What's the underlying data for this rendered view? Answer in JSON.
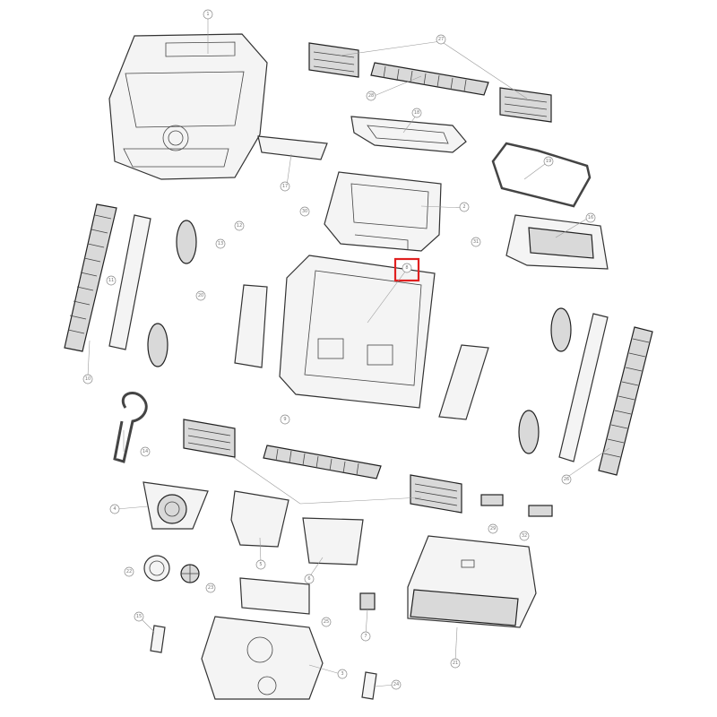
{
  "diagram": {
    "highlight_color": "#e02020",
    "callouts": [
      {
        "id": "c-cover",
        "label": "1"
      },
      {
        "id": "c-filter-tr",
        "label": "27"
      },
      {
        "id": "c-brush-top",
        "label": "28"
      },
      {
        "id": "c-handle-top",
        "label": "17"
      },
      {
        "id": "c-lid-frame",
        "label": "18"
      },
      {
        "id": "c-handlebar",
        "label": "19"
      },
      {
        "id": "c-top-housing",
        "label": "2"
      },
      {
        "id": "c-clip-left",
        "label": "30"
      },
      {
        "id": "c-filter-basket",
        "label": "16"
      },
      {
        "id": "c-track-left",
        "label": "10"
      },
      {
        "id": "c-side-left",
        "label": "11"
      },
      {
        "id": "c-wheel-l1",
        "label": "12"
      },
      {
        "id": "c-bearing-l1",
        "label": "13"
      },
      {
        "id": "c-bracket-l",
        "label": "20"
      },
      {
        "id": "c-motor-mount",
        "label": "8"
      },
      {
        "id": "c-clip-right",
        "label": "31"
      },
      {
        "id": "c-hook",
        "label": "14"
      },
      {
        "id": "c-gear-l",
        "label": "9"
      },
      {
        "id": "c-impeller",
        "label": "4"
      },
      {
        "id": "c-bracket-c1",
        "label": "5"
      },
      {
        "id": "c-bracket-c2",
        "label": "6"
      },
      {
        "id": "c-seal",
        "label": "22"
      },
      {
        "id": "c-fan",
        "label": "23"
      },
      {
        "id": "c-plate",
        "label": "25"
      },
      {
        "id": "c-sensor",
        "label": "7"
      },
      {
        "id": "c-clip-bl",
        "label": "15"
      },
      {
        "id": "c-base",
        "label": "3"
      },
      {
        "id": "c-clip-br",
        "label": "24"
      },
      {
        "id": "c-basket-bottom",
        "label": "21"
      },
      {
        "id": "c-track-right",
        "label": "26"
      },
      {
        "id": "c-connector",
        "label": "29"
      },
      {
        "id": "c-small-part",
        "label": "32"
      }
    ]
  }
}
